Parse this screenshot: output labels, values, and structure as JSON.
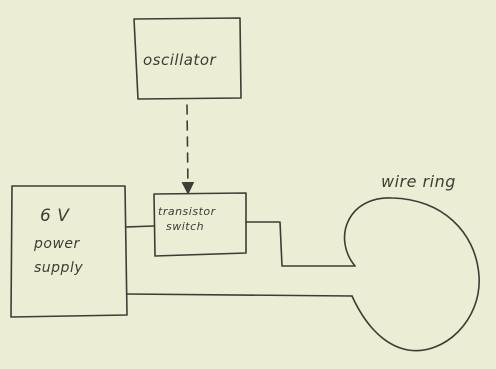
{
  "diagram": {
    "oscillator": {
      "label": "oscillator"
    },
    "transistor_switch": {
      "line1": "transistor",
      "line2": "switch"
    },
    "power_supply": {
      "line1": "6 V",
      "line2": "power",
      "line3": "supply"
    },
    "wire_ring": {
      "label": "wire ring"
    }
  },
  "colors": {
    "background": "#ebeed4",
    "ink": "#3d3d36"
  }
}
